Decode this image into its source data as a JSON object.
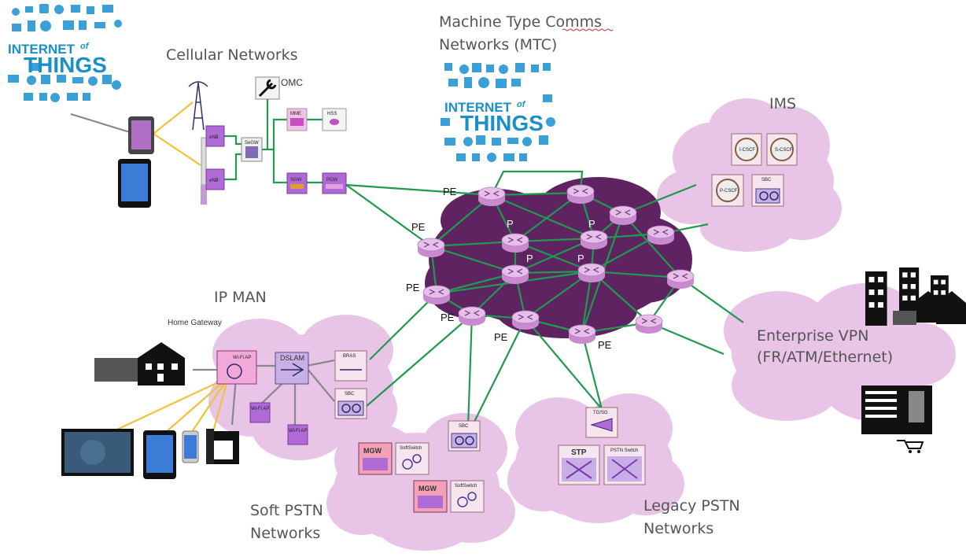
{
  "labels": {
    "cellular": "Cellular Networks",
    "mtc_line1": "Machine Type Comms",
    "mtc_line2": "Networks (MTC)",
    "ims": "IMS",
    "ip_man": "IP MAN",
    "home_gateway": "Home Gateway",
    "enterprise_line1": "Enterprise  VPN",
    "enterprise_line2": "(FR/ATM/Ethernet)",
    "soft_pstn_line1": "Soft PSTN",
    "soft_pstn_line2": "Networks",
    "legacy_pstn_line1": "Legacy PSTN",
    "legacy_pstn_line2": "Networks"
  },
  "iot": {
    "internet": "INTERNET",
    "of": "of",
    "things": "THINGS"
  },
  "cellular": {
    "omc": "OMC",
    "enb_top": "eNB",
    "enb_bottom": "eNB",
    "sgw_mme_gw": "SeGW",
    "mme": "MME",
    "hss": "HSS",
    "sgw": "SGW",
    "pgw": "PGW"
  },
  "ims_nodes": {
    "icscf": "I-CSCF",
    "scscf": "S-CSCF",
    "pcscf": "P-CSCF",
    "sbc": "SBC"
  },
  "core": {
    "pe": "PE",
    "p": "P"
  },
  "ipman_nodes": {
    "wifi_ap_main": "Wi-Fi AP",
    "dslam": "DSLAM",
    "bras": "BRAS",
    "sbc": "SBC",
    "wifi_ap_1": "Wi-Fi AP",
    "wifi_ap_2": "Wi-Fi AP"
  },
  "soft_pstn_nodes": {
    "sbc": "SBC",
    "mgw_1": "MGW",
    "softswitch_1": "SoftSwitch",
    "mgw_2": "MGW",
    "softswitch_2": "SoftSwitch"
  },
  "legacy_pstn_nodes": {
    "tgsg": "TG/SG",
    "stp": "STP",
    "pstn_switch": "PSTN Switch"
  },
  "colors": {
    "cloud": "#e8c4e6",
    "core": "#5e2360",
    "link": "#1f9a4f",
    "router": "#d9a3df",
    "node_fill": "#b06ad6"
  }
}
